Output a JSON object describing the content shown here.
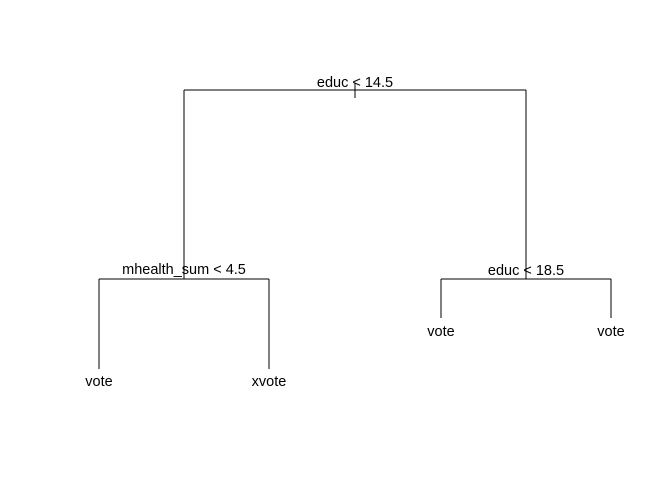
{
  "tree": {
    "root": {
      "split": "educ < 14.5",
      "left": {
        "split": "mhealth_sum < 4.5",
        "left": {
          "leaf": "vote"
        },
        "right": {
          "leaf": "xvote"
        }
      },
      "right": {
        "split": "educ < 18.5",
        "left": {
          "leaf": "vote"
        },
        "right": {
          "leaf": "vote"
        }
      }
    }
  }
}
